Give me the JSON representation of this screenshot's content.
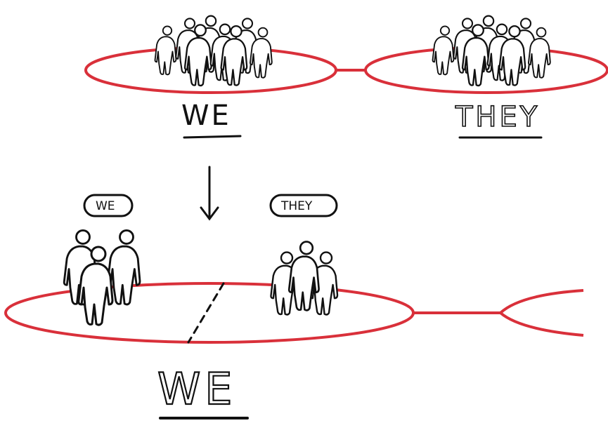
{
  "labels": {
    "top_left": "WE",
    "top_right": "THEY",
    "bubble_left": "WE",
    "bubble_right": "THEY",
    "bottom": "WE"
  },
  "colors": {
    "ring": "#d9303a",
    "ink": "#111111",
    "background": "#ffffff"
  }
}
